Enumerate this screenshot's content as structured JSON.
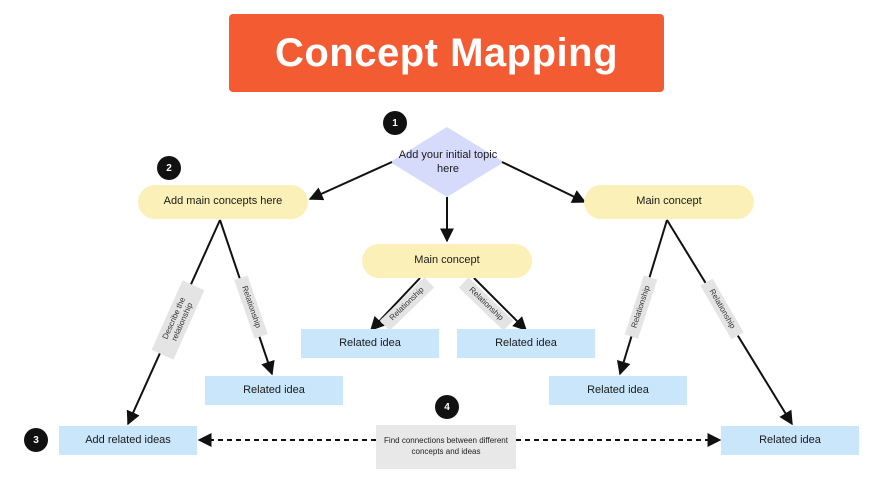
{
  "title": "Concept Mapping",
  "topic": "Add your initial topic here",
  "main_concepts": {
    "left": "Add main concepts here",
    "center": "Main concept",
    "right": "Main concept"
  },
  "related_ideas": {
    "left_outer": "Add related ideas",
    "left_inner": "Related idea",
    "center_left": "Related idea",
    "center_right": "Related idea",
    "right_inner": "Related idea",
    "right_outer": "Related idea"
  },
  "relationships": {
    "left_outer": "Describe the relationship",
    "left_inner": "Relationship",
    "center_left": "Relationship",
    "center_right": "Relationship",
    "right_inner": "Relationship",
    "right_outer": "Relationship"
  },
  "connection_note": "Find connections between different concepts and ideas",
  "steps": [
    "1",
    "2",
    "3",
    "4"
  ],
  "colors": {
    "banner": "#f35b32",
    "topic": "#d7dbfb",
    "main_concept": "#fcf0b9",
    "related_idea": "#c9e6fb",
    "label": "#e4e4e4"
  }
}
